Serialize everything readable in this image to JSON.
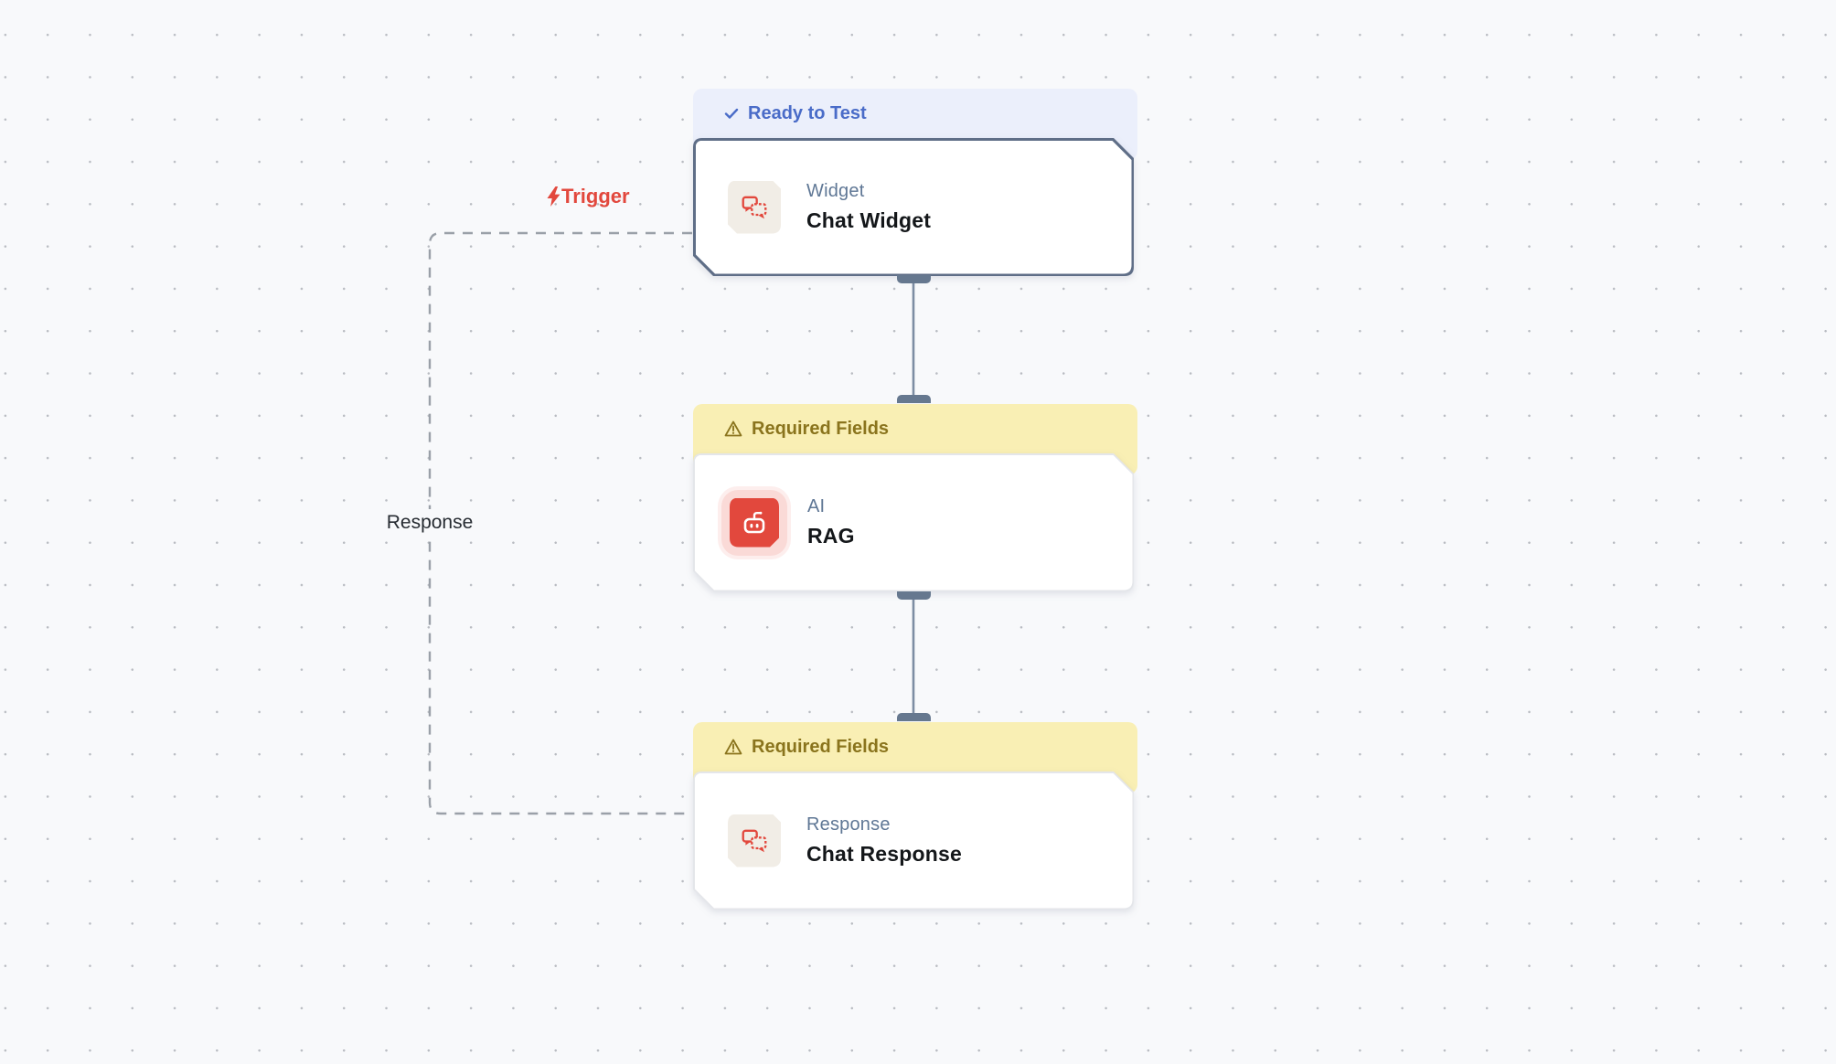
{
  "edges": {
    "trigger": {
      "label": "Trigger"
    },
    "response": {
      "label": "Response"
    }
  },
  "nodes": [
    {
      "status": {
        "label": "Ready to Test",
        "state": "ready"
      },
      "category": "Widget",
      "title": "Chat Widget",
      "icon": "chat-bubbles-icon"
    },
    {
      "status": {
        "label": "Required Fields",
        "state": "warning"
      },
      "category": "AI",
      "title": "RAG",
      "icon": "robot-icon"
    },
    {
      "status": {
        "label": "Required Fields",
        "state": "warning"
      },
      "category": "Response",
      "title": "Chat Response",
      "icon": "chat-bubbles-icon"
    }
  ],
  "colors": {
    "canvas_bg": "#f8f9fb",
    "grid_dot": "#b9bcc2",
    "ready_badge_bg": "#ebeffb",
    "ready_badge_text": "#4a6cc8",
    "warning_badge_bg": "#f9efb4",
    "warning_badge_text": "#8a741d",
    "accent_red": "#e2483d",
    "selected_node_border": "#5f6e87",
    "connector": "#66788f",
    "edge_dash": "#9aa0a8"
  }
}
